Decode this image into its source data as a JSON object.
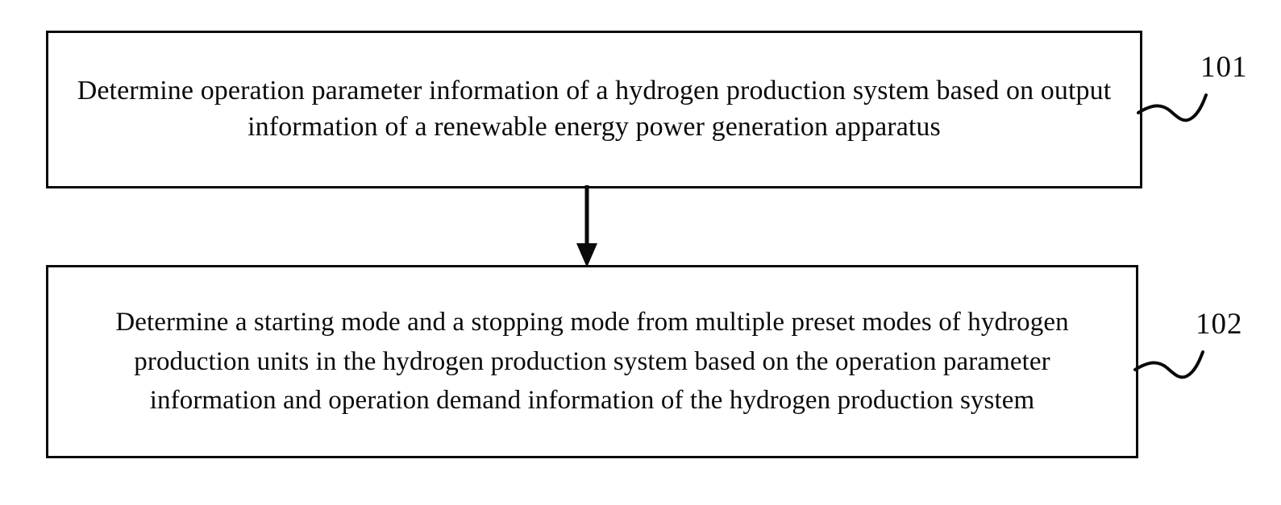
{
  "diagram": {
    "type": "flowchart",
    "orientation": "vertical",
    "background_color": "#ffffff",
    "line_color": "#0a0a0a",
    "text_color": "#0b0b0b",
    "steps": [
      {
        "id": "101",
        "ref_label": "101",
        "text": "Determine operation parameter information of a hydrogen production system based on output information of a renewable energy power generation apparatus",
        "lines": [
          "Determine operation parameter information of a hydrogen production system",
          "based on output information of a renewable energy power generation apparatus"
        ]
      },
      {
        "id": "102",
        "ref_label": "102",
        "text": "Determine a starting mode and a stopping mode from multiple preset modes of hydrogen production units in the hydrogen production system based on the operation parameter information and operation demand information of the hydrogen production system",
        "lines": [
          "Determine a starting mode and a stopping mode from multiple preset modes of",
          "hydrogen production units in the hydrogen production system based on the",
          "operation parameter information and operation demand information of the",
          "hydrogen production system"
        ]
      }
    ],
    "connectors": [
      {
        "from": "101",
        "to": "102",
        "style": "solid-line-with-filled-arrowhead",
        "direction": "down"
      }
    ]
  }
}
